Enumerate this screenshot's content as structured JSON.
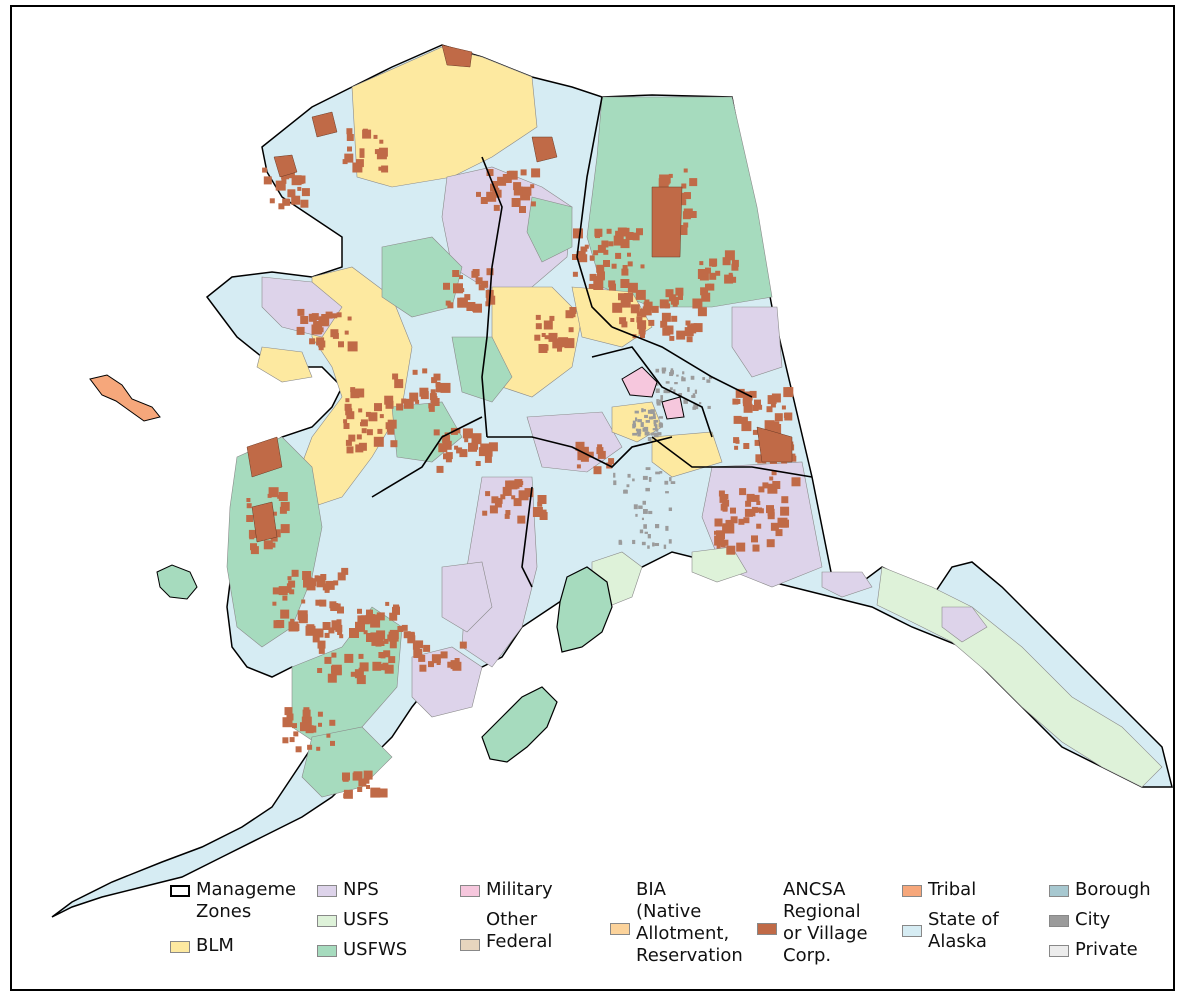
{
  "map": {
    "colors": {
      "zone_outline": "#000000",
      "blm": "#fde9a0",
      "nps": "#ddd3ea",
      "usfs": "#def2d9",
      "usfws": "#a6dbbe",
      "military": "#f6c7dd",
      "other_federal": "#e7d5be",
      "bia": "#fcd39b",
      "ancsa": "#c06a47",
      "tribal": "#f6a77b",
      "state": "#d6ecf3",
      "borough": "#a7c8d0",
      "city": "#9b9b9b",
      "private": "#ececec"
    }
  },
  "legend": {
    "items": [
      {
        "key": "zones",
        "label": "Manageme\nZones"
      },
      {
        "key": "blm",
        "label": "BLM"
      },
      {
        "key": "nps",
        "label": "NPS"
      },
      {
        "key": "usfs",
        "label": "USFS"
      },
      {
        "key": "usfws",
        "label": "USFWS"
      },
      {
        "key": "military",
        "label": "Military"
      },
      {
        "key": "other_federal",
        "label": "Other\nFederal"
      },
      {
        "key": "bia",
        "label": "BIA\n(Native\nAllotment,\nReservation"
      },
      {
        "key": "ancsa",
        "label": "ANCSA\nRegional\nor Village\nCorp."
      },
      {
        "key": "tribal",
        "label": "Tribal"
      },
      {
        "key": "state",
        "label": "State of\nAlaska"
      },
      {
        "key": "borough",
        "label": "Borough"
      },
      {
        "key": "city",
        "label": "City"
      },
      {
        "key": "private",
        "label": "Private"
      }
    ]
  }
}
